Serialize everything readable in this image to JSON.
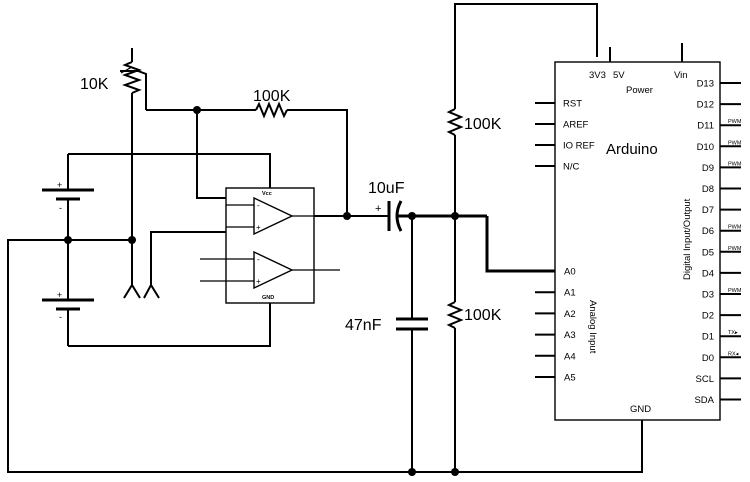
{
  "components": {
    "pot": {
      "label": "10K"
    },
    "feedback_resistor": {
      "label": "100K"
    },
    "divider_top": {
      "label": "100K"
    },
    "divider_bottom": {
      "label": "100K"
    },
    "coupling_cap": {
      "label": "10uF",
      "polarity": "+"
    },
    "filter_cap": {
      "label": "47nF"
    },
    "battery_top": {
      "plus": "+",
      "minus": "-"
    },
    "battery_bottom": {
      "plus": "+",
      "minus": "-"
    },
    "opamp": {
      "vcc": "Vcc",
      "gnd": "GND",
      "minus1": "-",
      "plus1": "+",
      "minus2": "-",
      "plus2": "+"
    }
  },
  "arduino": {
    "title": "Arduino",
    "power_pins": {
      "v33": "3V3",
      "v5": "5V",
      "vin": "Vin",
      "label": "Power"
    },
    "left_pins": [
      "RST",
      "AREF",
      "IO REF",
      "N/C"
    ],
    "analog_pins": [
      "A0",
      "A1",
      "A2",
      "A3",
      "A4",
      "A5"
    ],
    "analog_label": "Analog Input",
    "digital_pins": [
      "D13",
      "D12",
      "D11",
      "D10",
      "D9",
      "D8",
      "D7",
      "D6",
      "D5",
      "D4",
      "D3",
      "D2",
      "D1",
      "D0",
      "SCL",
      "SDA"
    ],
    "pin_tags": {
      "D11": "PWM",
      "D10": "PWM",
      "D9": "PWM",
      "D6": "PWM",
      "D5": "PWM",
      "D3": "PWM",
      "D1": "TX▸",
      "D0": "RX◂"
    },
    "digital_label": "Digital Input/Output",
    "gnd": "GND"
  }
}
